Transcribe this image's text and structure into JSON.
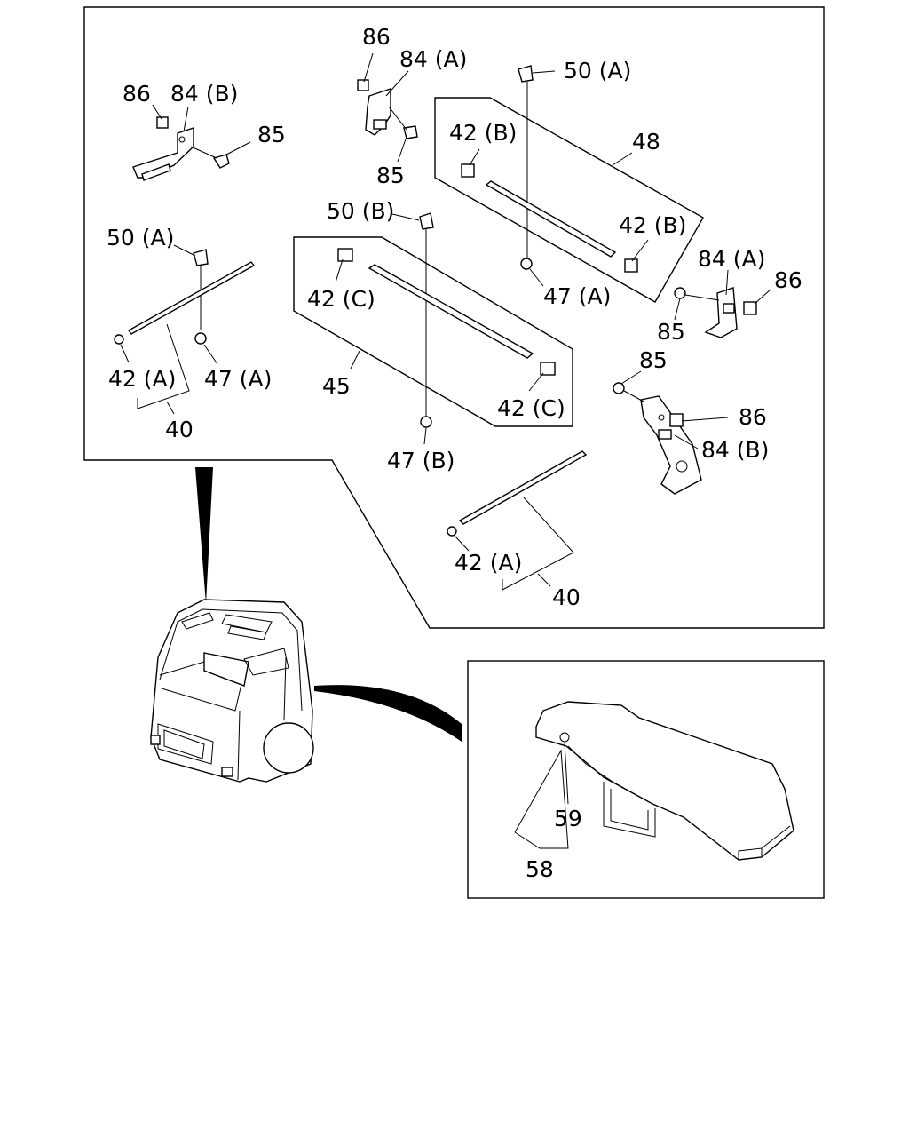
{
  "labels": {
    "l86a": "86",
    "l84b_a": "84 (B)",
    "l85a": "85",
    "l86b": "86",
    "l84a_b": "84 (A)",
    "l85b": "85",
    "l50a_top": "50 (A)",
    "l42b_1": "42 (B)",
    "l48": "48",
    "l42b_2": "42 (B)",
    "l47a_top": "47 (A)",
    "l50b": "50 (B)",
    "l42c_1": "42 (C)",
    "l45": "45",
    "l42c_2": "42 (C)",
    "l47b": "47 (B)",
    "l50a_left": "50 (A)",
    "l42a_left": "42 (A)",
    "l47a_left": "47 (A)",
    "l40_left": "40",
    "l84a_r": "84 (A)",
    "l86_r": "86",
    "l85_r": "85",
    "l85_r2": "85",
    "l86_r2": "86",
    "l84b_r": "84 (B)",
    "l42a_bot": "42 (A)",
    "l40_bot": "40",
    "l59": "59",
    "l58": "58"
  }
}
